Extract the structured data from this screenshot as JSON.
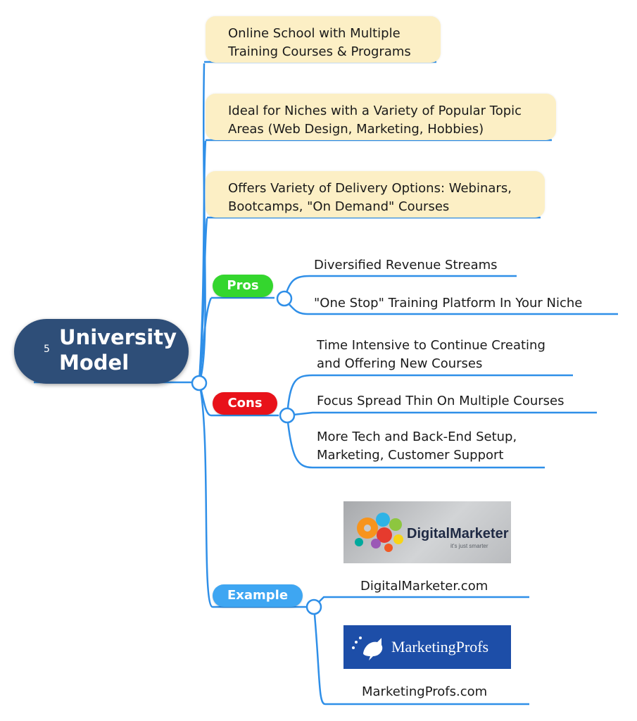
{
  "root": {
    "number": "5",
    "title_line1": "University",
    "title_line2": "Model"
  },
  "topics": [
    {
      "line1": "Online School with Multiple",
      "line2": "Training Courses & Programs"
    },
    {
      "line1": "Ideal for Niches with a Variety of Popular Topic",
      "line2": "Areas (Web Design, Marketing, Hobbies)"
    },
    {
      "line1": "Offers Variety of Delivery Options: Webinars,",
      "line2": "Bootcamps, \"On Demand\" Courses"
    }
  ],
  "pros": {
    "label": "Pros",
    "color": "#34d62e",
    "items": [
      "Diversified Revenue Streams",
      "\"One Stop\" Training Platform In Your Niche"
    ]
  },
  "cons": {
    "label": "Cons",
    "color": "#e8121a",
    "items": [
      {
        "line1": "Time Intensive to Continue Creating",
        "line2": "and Offering New Courses"
      },
      {
        "line1": "Focus Spread Thin On Multiple Courses",
        "line2": ""
      },
      {
        "line1": "More Tech and Back-End Setup,",
        "line2": "Marketing, Customer Support"
      }
    ]
  },
  "example": {
    "label": "Example",
    "color": "#3ea6f2",
    "items": [
      {
        "caption": "DigitalMarketer.com",
        "logo_text": "DigitalMarketer",
        "logo_tagline": "it's just smarter"
      },
      {
        "caption": "MarketingProfs.com",
        "logo_text": "MarketingProfs"
      }
    ]
  },
  "colors": {
    "connector": "#2f8fe8",
    "topic_fill": "#fcefc5",
    "root_fill": "#2e4e78"
  }
}
